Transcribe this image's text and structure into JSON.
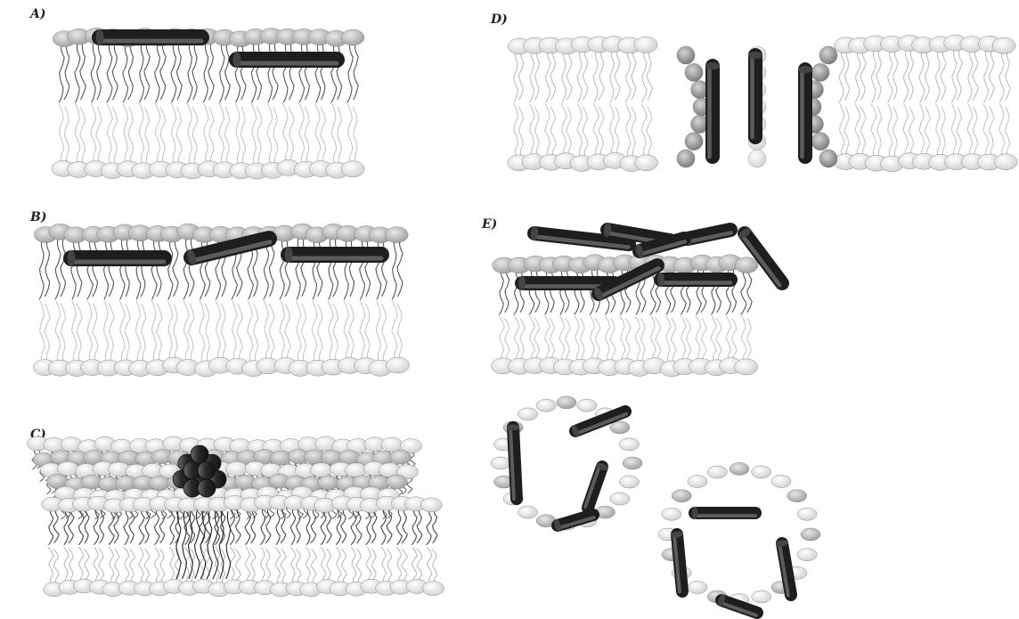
{
  "panels": [
    {
      "id": "A",
      "label": "A)"
    },
    {
      "id": "B",
      "label": "B)"
    },
    {
      "id": "C",
      "label": "C)"
    },
    {
      "id": "D",
      "label": "D)"
    },
    {
      "id": "E",
      "label": "E)"
    }
  ],
  "colors": {
    "background": "#ffffff",
    "headgroup_light": "#e4e4e4",
    "headgroup_mid": "#bdbdbd",
    "headgroup_dark": "#9a9a9a",
    "tail_dark": "#555555",
    "tail_light": "#c8c8c8",
    "peptide": "#2e2e2e",
    "peptide_highlight": "#5a5a5a"
  }
}
